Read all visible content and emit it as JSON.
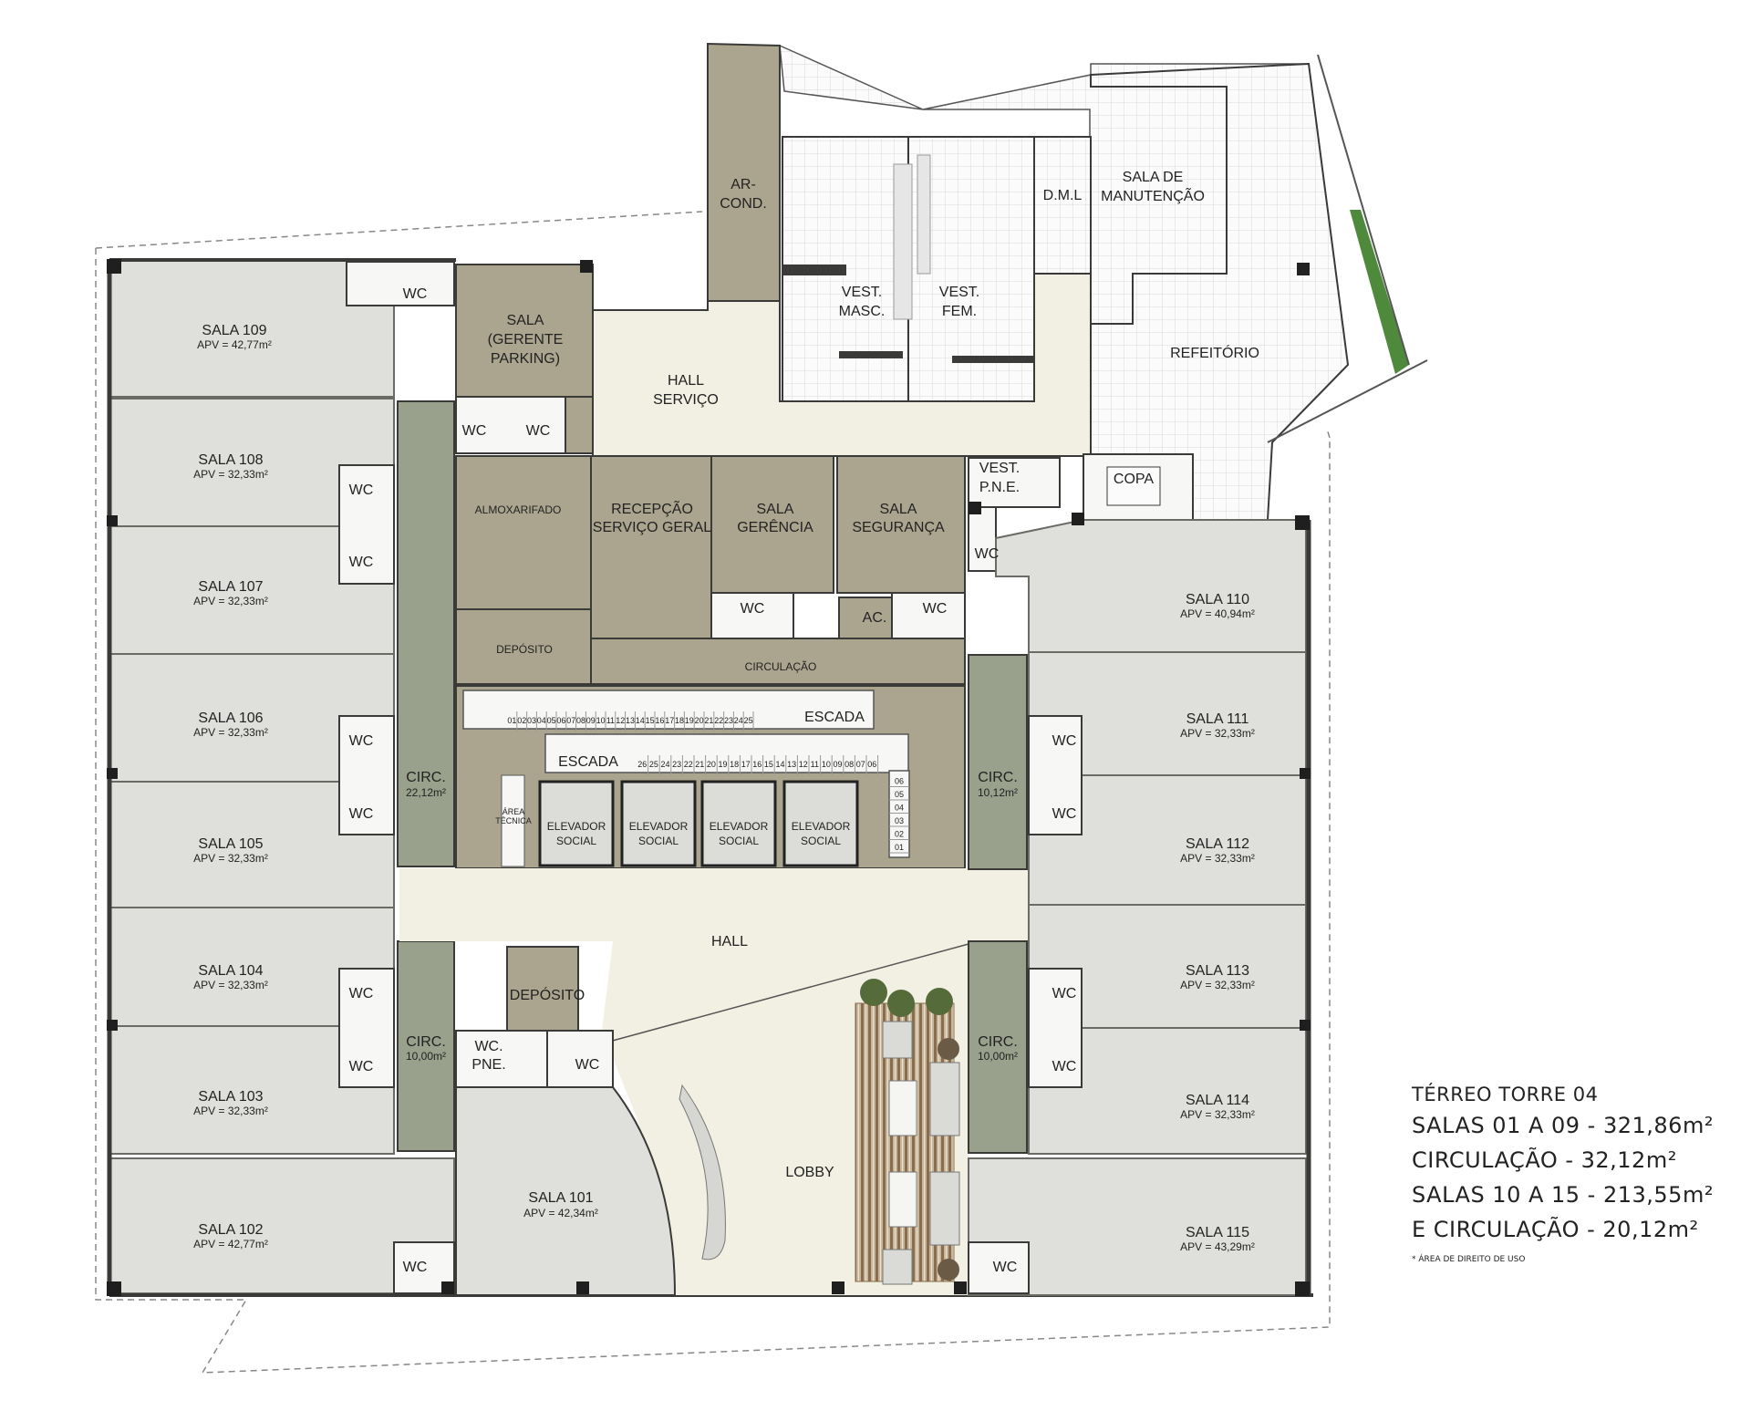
{
  "colors": {
    "gray_room": "#dfdfdc",
    "gray_room_stroke": "#6b6b66",
    "khaki": "#aba58f",
    "olive_dark": "#99a08c",
    "hall": "#f2f0e2",
    "wall": "#3a3a38",
    "tile": "#fafafa",
    "grass": "#4f8a3c"
  },
  "rooms": {
    "sala109": {
      "name": "SALA 109",
      "apv": "APV = 42,77m²"
    },
    "sala108": {
      "name": "SALA 108",
      "apv": "APV = 32,33m²"
    },
    "sala107": {
      "name": "SALA 107",
      "apv": "APV = 32,33m²"
    },
    "sala106": {
      "name": "SALA 106",
      "apv": "APV = 32,33m²"
    },
    "sala105": {
      "name": "SALA 105",
      "apv": "APV = 32,33m²"
    },
    "sala104": {
      "name": "SALA 104",
      "apv": "APV = 32,33m²"
    },
    "sala103": {
      "name": "SALA 103",
      "apv": "APV = 32,33m²"
    },
    "sala102": {
      "name": "SALA 102",
      "apv": "APV = 42,77m²"
    },
    "sala101": {
      "name": "SALA 101",
      "apv": "APV = 42,34m²"
    },
    "sala110": {
      "name": "SALA 110",
      "apv": "APV = 40,94m²"
    },
    "sala111": {
      "name": "SALA 111",
      "apv": "APV = 32,33m²"
    },
    "sala112": {
      "name": "SALA 112",
      "apv": "APV = 32,33m²"
    },
    "sala113": {
      "name": "SALA 113",
      "apv": "APV = 32,33m²"
    },
    "sala114": {
      "name": "SALA 114",
      "apv": "APV = 32,33m²"
    },
    "sala115": {
      "name": "SALA 115",
      "apv": "APV = 43,29m²"
    }
  },
  "labels": {
    "wc": "WC",
    "wc_pne_1": "WC.",
    "wc_pne_2": "PNE.",
    "circ": "CIRC.",
    "circ_left_top_area": "22,12m²",
    "circ_left_bot_area": "10,00m²",
    "circ_right_top_area": "10,12m²",
    "circ_right_bot_area": "10,00m²",
    "sala_gerente_1": "SALA",
    "sala_gerente_2": "(GERENTE",
    "sala_gerente_3": "PARKING)",
    "ar_cond_1": "AR-",
    "ar_cond_2": "COND.",
    "hall_servico_1": "HALL",
    "hall_servico_2": "SERVIÇO",
    "vest_masc_1": "VEST.",
    "vest_masc_2": "MASC.",
    "vest_fem_1": "VEST.",
    "vest_fem_2": "FEM.",
    "dml": "D.M.L",
    "sala_manut_1": "SALA DE",
    "sala_manut_2": "MANUTENÇÃO",
    "refeitorio": "REFEITÓRIO",
    "copa": "COPA",
    "vest_pne_1": "VEST.",
    "vest_pne_2": "P.N.E.",
    "almoxarifado": "ALMOXARIFADO",
    "recepcao_1": "RECEPÇÃO",
    "recepcao_2": "SERVIÇO GERAL",
    "sala_gerencia_1": "SALA",
    "sala_gerencia_2": "GERÊNCIA",
    "sala_seguranca_1": "SALA",
    "sala_seguranca_2": "SEGURANÇA",
    "ac": "AC.",
    "deposito": "DEPÓSITO",
    "deposito_lobby": "DEPÓSITO",
    "circulacao": "CIRCULAÇÃO",
    "escada": "ESCADA",
    "area_tecnica_1": "ÁREA",
    "area_tecnica_2": "TÉCNICA",
    "elevador_1": "ELEVADOR",
    "elevador_2": "SOCIAL",
    "hall": "HALL",
    "lobby": "LOBBY"
  },
  "stairs_top": [
    "01",
    "02",
    "03",
    "04",
    "05",
    "06",
    "07",
    "08",
    "09",
    "10",
    "11",
    "12",
    "13",
    "14",
    "15",
    "16",
    "17",
    "18",
    "19",
    "20",
    "21",
    "22",
    "23",
    "24",
    "25"
  ],
  "stairs_bottom": [
    "26",
    "25",
    "24",
    "23",
    "22",
    "21",
    "20",
    "19",
    "18",
    "17",
    "16",
    "15",
    "14",
    "13",
    "12",
    "11",
    "10",
    "09",
    "08",
    "07",
    "06"
  ],
  "stairs_side": [
    "06",
    "05",
    "04",
    "03",
    "02",
    "01"
  ],
  "legend": {
    "title": "TÉRREO TORRE 04",
    "line1": "SALAS 01 A 09 - 321,86m²",
    "line2": "CIRCULAÇÃO - 32,12m²",
    "line3": "SALAS 10 A 15 - 213,55m²",
    "line4": "E CIRCULAÇÃO - 20,12m²",
    "note": "* ÁREA DE DIREITO DE USO"
  }
}
